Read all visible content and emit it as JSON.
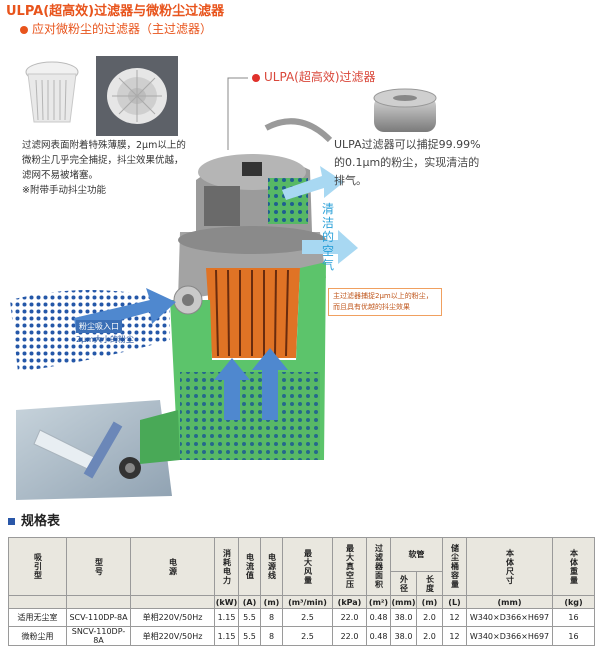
{
  "header": {
    "title": "ULPA(超高效)过滤器与微粉尘过滤器",
    "subtitle": "应对微粉尘的过滤器（主过滤器）"
  },
  "diagram": {
    "ulpa_label": "ULPA(超高效)过滤器",
    "left_description": "过滤网表面附着特殊薄膜，2μm以上的微粉尘几乎完全捕捉，抖尘效果优越，滤网不易被堵塞。",
    "left_note": "※附带手动抖尘功能",
    "right_description": "ULPA过滤器可以捕捉99.99%的0.1μm的粉尘，实现清洁的排气。",
    "clean_air_label": "清洁的空气",
    "main_filter_note": "主过滤器捕捉2μm以上的粉尘，而且具有优越的抖尘效果",
    "inlet_label": "粉尘吸入口",
    "inlet_sub": "2μm大小的粉尘"
  },
  "spec_table": {
    "title": "规格表",
    "headers": {
      "model_type": "吸引型",
      "model": "型号",
      "power": "电源",
      "consumption": "消耗电力",
      "consumption_unit": "(kW)",
      "current": "电流值",
      "current_unit": "(A)",
      "cable": "电源线",
      "cable_unit": "(m)",
      "airflow": "最大风量",
      "airflow_unit": "(m³/min)",
      "vacuum": "最大真空压",
      "vacuum_unit": "(kPa)",
      "filter_area": "过滤器面积",
      "filter_area_unit": "(m²)",
      "hose": "软管",
      "hose_od": "外径",
      "hose_len": "长度",
      "hose_od_unit": "(mm)",
      "hose_len_unit": "(m)",
      "dust_capacity": "储尘桶容量",
      "dust_capacity_unit": "(L)",
      "size": "本体尺寸",
      "size_unit": "(mm)",
      "weight": "本体重量",
      "weight_unit": "(kg)"
    },
    "rows": [
      {
        "type": "适用无尘室",
        "model": "SCV-110DP-8A",
        "power": "单相220V/50Hz",
        "consumption": "1.15",
        "current": "5.5",
        "cable": "8",
        "airflow": "2.5",
        "vacuum": "22.0",
        "filter_area": "0.48",
        "hose_od": "38.0",
        "hose_len": "2.0",
        "dust_capacity": "12",
        "size": "W340×D366×H697",
        "weight": "16"
      },
      {
        "type": "微粉尘用",
        "model": "SNCV-110DP-8A",
        "power": "单相220V/50Hz",
        "consumption": "1.15",
        "current": "5.5",
        "cable": "8",
        "airflow": "2.5",
        "vacuum": "22.0",
        "filter_area": "0.48",
        "hose_od": "38.0",
        "hose_len": "2.0",
        "dust_capacity": "12",
        "size": "W340×D366×H697",
        "weight": "16"
      }
    ]
  },
  "colors": {
    "accent": "#e8541c",
    "body_green": "#5bc16a",
    "body_gray": "#8f8f8f",
    "airflow_blue": "#3d7cc9",
    "clean_air_blue": "#2aa0d8",
    "header_bg": "#e9e7df"
  }
}
